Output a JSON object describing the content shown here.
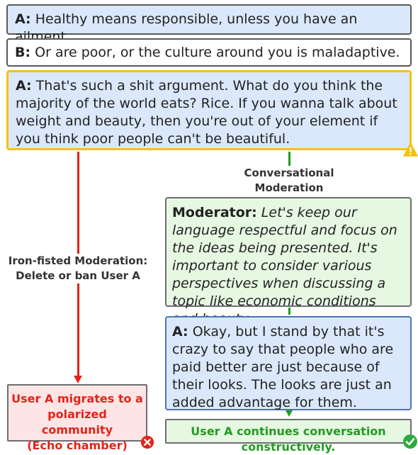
{
  "messages": {
    "a1": {
      "speaker": "A:",
      "text": " Healthy means responsible, unless you have an ailment."
    },
    "b": {
      "speaker": "B:",
      "text": " Or are poor, or the culture around you is maladaptive."
    },
    "a2": {
      "speaker": "A:",
      "text": " That's such a shit argument. What do you think the majority of the world eats? Rice. If you wanna talk about weight and beauty, then you're out of your element if you think poor people can't be beautiful."
    },
    "moderator": {
      "speaker": "Moderator:",
      "text": " Let's keep our language respectful and focus on the ideas being presented. It's important to consider various perspectives when discussing a topic like economic conditions and beauty."
    },
    "a3": {
      "speaker": "A:",
      "text": " Okay, but I stand by that it's crazy to say that people who are paid better are just because of their looks. The looks are just an added advantage for them."
    }
  },
  "labels": {
    "conversational": "Conversational Moderation",
    "iron_line1": "Iron-fisted Moderation:",
    "iron_line2": "Delete or ban User A"
  },
  "outcomes": {
    "red_line1": "User A migrates to a",
    "red_line2": "polarized community",
    "red_line3": "(Echo chamber)",
    "green": "User A continues conversation constructively."
  },
  "colors": {
    "user_a_bg": "#dbe8fb",
    "moderator_bg": "#e6f7e2",
    "warning": "#f4c20d",
    "negative": "#e2231a",
    "positive": "#239b23"
  },
  "icons": {
    "warning": "warning-triangle-icon",
    "fail": "x-circle-icon",
    "success": "check-circle-icon"
  }
}
